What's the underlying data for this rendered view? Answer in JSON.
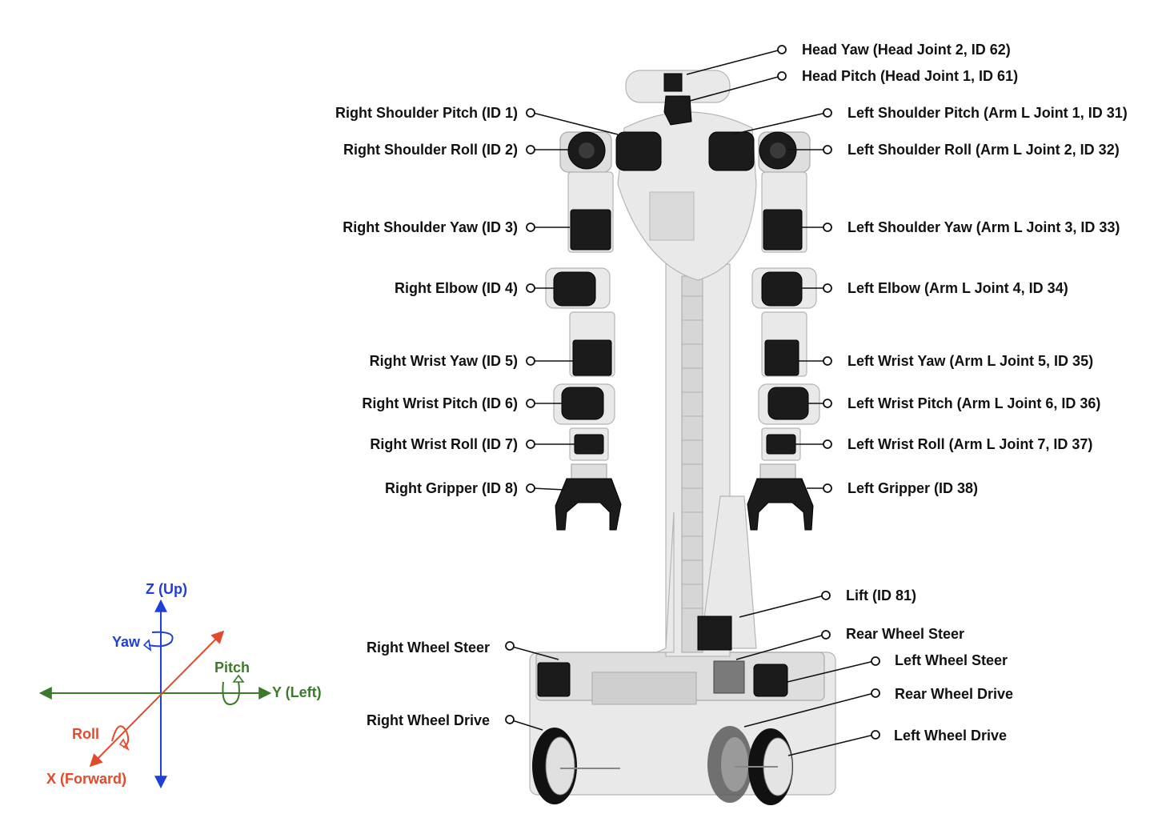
{
  "labels": {
    "head_yaw": "Head Yaw (Head Joint 2, ID 62)",
    "head_pitch": "Head Pitch (Head Joint 1, ID 61)",
    "right_shoulder_pitch": "Right Shoulder Pitch (ID 1)",
    "right_shoulder_roll": "Right Shoulder Roll (ID 2)",
    "right_shoulder_yaw": "Right Shoulder Yaw (ID 3)",
    "right_elbow": "Right Elbow (ID 4)",
    "right_wrist_yaw": "Right Wrist Yaw (ID 5)",
    "right_wrist_pitch": "Right Wrist Pitch (ID 6)",
    "right_wrist_roll": "Right Wrist Roll (ID 7)",
    "right_gripper": "Right Gripper (ID 8)",
    "left_shoulder_pitch": "Left Shoulder Pitch (Arm L Joint 1, ID 31)",
    "left_shoulder_roll": "Left Shoulder Roll (Arm L Joint 2, ID 32)",
    "left_shoulder_yaw": "Left Shoulder Yaw (Arm L Joint 3, ID 33)",
    "left_elbow": "Left Elbow (Arm L Joint 4, ID 34)",
    "left_wrist_yaw": "Left Wrist Yaw  (Arm L Joint 5, ID 35)",
    "left_wrist_pitch": "Left Wrist Pitch  (Arm L Joint 6, ID 36)",
    "left_wrist_roll": "Left Wrist Roll  (Arm L Joint 7, ID 37)",
    "left_gripper": "Left Gripper (ID 38)",
    "lift": "Lift (ID 81)",
    "rear_wheel_steer": "Rear Wheel Steer",
    "left_wheel_steer": "Left Wheel Steer",
    "rear_wheel_drive": "Rear Wheel Drive",
    "left_wheel_drive": "Left Wheel Drive",
    "right_wheel_steer": "Right Wheel Steer",
    "right_wheel_drive": "Right Wheel Drive"
  },
  "axes": {
    "z": "Z (Up)",
    "y": "Y (Left)",
    "x": "X (Forward)",
    "yaw": "Yaw",
    "pitch": "Pitch",
    "roll": "Roll"
  },
  "colors": {
    "z_axis": "#1f3fd6",
    "y_axis": "#3a7a2a",
    "x_axis": "#e24a2c",
    "label_text": "#111111",
    "motor": "#1b1b1b",
    "shell": "#e9e9e9"
  }
}
